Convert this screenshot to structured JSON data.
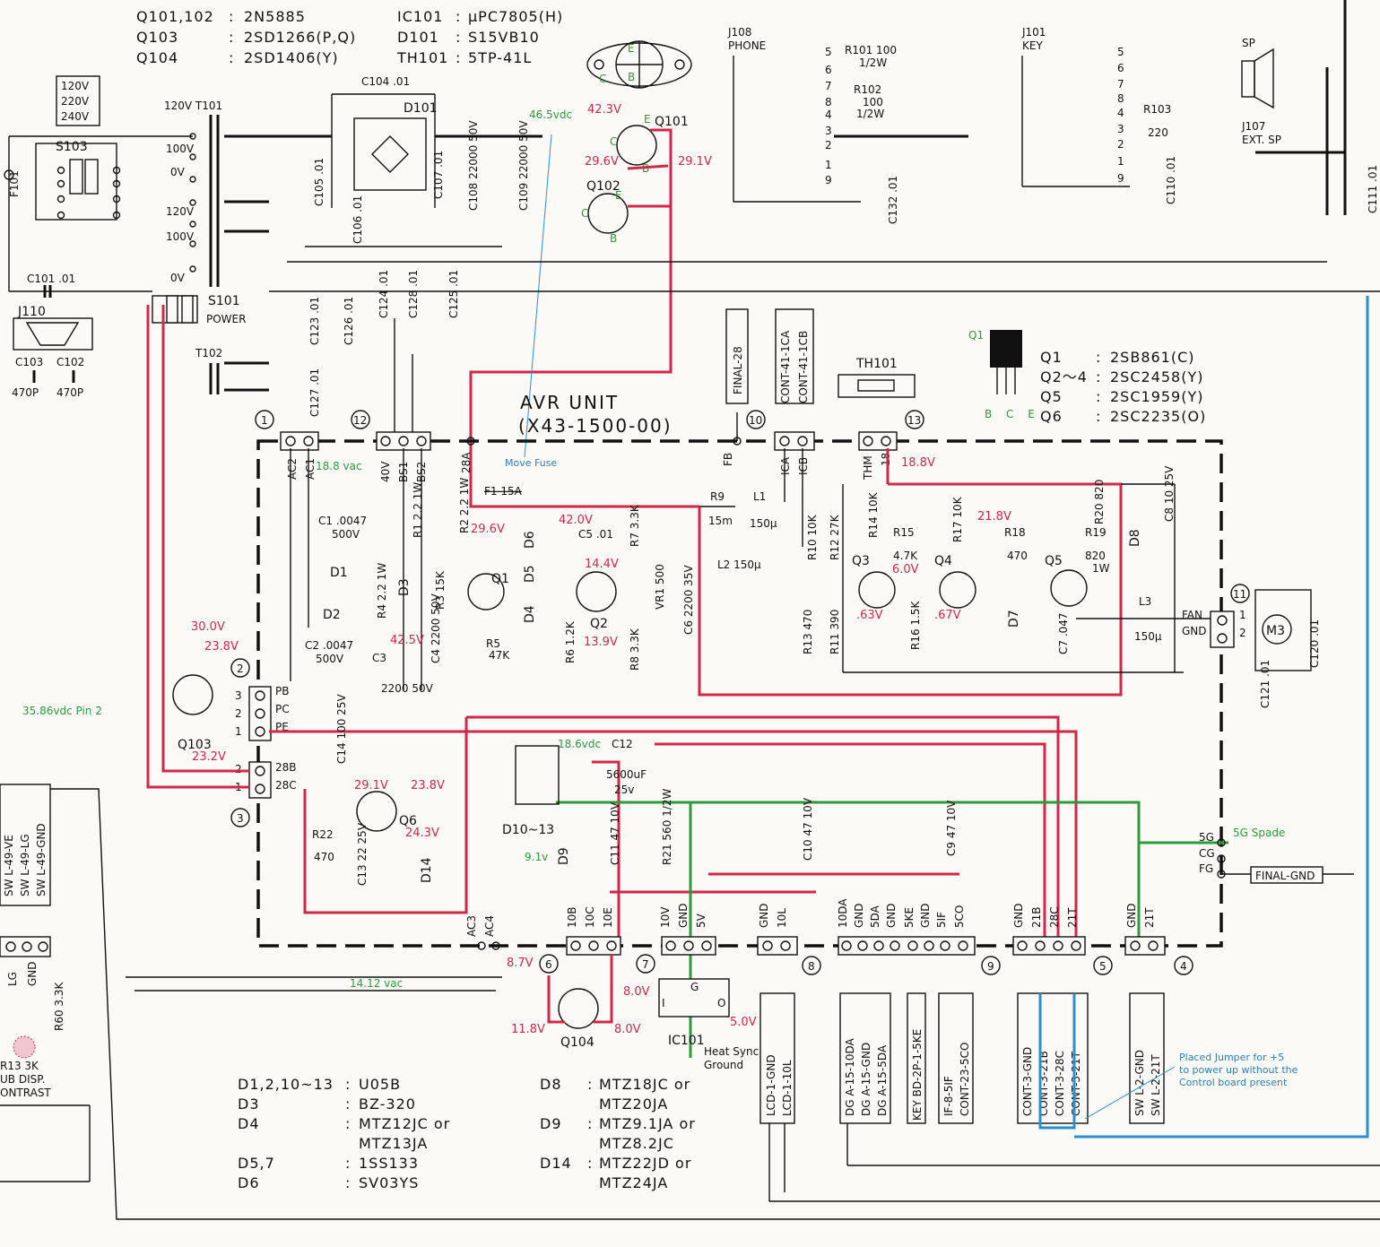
{
  "parts_top": [
    {
      "ref": "Q101,102",
      "part": "2N5885"
    },
    {
      "ref": "Q103",
      "part": "2SD1266(P,Q)"
    },
    {
      "ref": "Q104",
      "part": "2SD1406(Y)"
    },
    {
      "ref": "IC101",
      "part": "μPC7805(H)"
    },
    {
      "ref": "D101",
      "part": "S15VB10"
    },
    {
      "ref": "TH101",
      "part": "5TP-41L"
    }
  ],
  "voltage_select": [
    "120V",
    "220V",
    "240V"
  ],
  "avr_unit": {
    "title": "AVR UNIT",
    "part_no": "(X43-1500-00)"
  },
  "transistors_right": [
    {
      "ref": "Q1",
      "part": "2SB861(C)"
    },
    {
      "ref": "Q2～4",
      "part": "2SC2458(Y)"
    },
    {
      "ref": "Q5",
      "part": "2SC1959(Y)"
    },
    {
      "ref": "Q6",
      "part": "2SC2235(O)"
    }
  ],
  "pinout_q1": {
    "label": "Q1",
    "pins": "B C E"
  },
  "diodes_bottom_left": [
    {
      "ref": "D1,2,10~13",
      "part": "U05B"
    },
    {
      "ref": "D3",
      "part": "BZ-320"
    },
    {
      "ref": "D4",
      "part": "MTZ12JC   or"
    },
    {
      "ref": "",
      "part": "MTZ13JA"
    },
    {
      "ref": "D5,7",
      "part": "1SS133"
    },
    {
      "ref": "D6",
      "part": "SV03YS"
    }
  ],
  "diodes_bottom_right": [
    {
      "ref": "D8",
      "part": "MTZ18JC   or"
    },
    {
      "ref": "",
      "part": "MTZ20JA"
    },
    {
      "ref": "D9",
      "part": "MTZ9.1JA   or"
    },
    {
      "ref": "",
      "part": "MTZ8.2JC"
    },
    {
      "ref": "D14",
      "part": "MTZ22JD   or"
    },
    {
      "ref": "",
      "part": "MTZ24JA"
    }
  ],
  "components": {
    "s103": "S103",
    "f101": "F101",
    "s101": "S101",
    "power": "POWER",
    "j110": "J110",
    "t101": "120V T101",
    "t102": "T102",
    "d101": "D101",
    "c104": "C104 .01",
    "c101": "C101 .01",
    "c103": "C103",
    "c102": "C102",
    "c103v": "470P",
    "c102v": "470P",
    "q101": "Q101",
    "q102": "Q102",
    "q103": "Q103",
    "q104": "Q104",
    "q6": "Q6",
    "q1": "Q1",
    "q2": "Q2",
    "q3": "Q3",
    "q4": "Q4",
    "q5": "Q5",
    "th101": "TH101",
    "ic101": "IC101",
    "j108": "J108",
    "phone": "PHONE",
    "j101": "J101",
    "key": "KEY",
    "sp": "SP",
    "j107": "J107",
    "extsp": "EXT. SP",
    "r101": "R101 100",
    "r101w": "1/2W",
    "r102": "R102",
    "r102v": "100",
    "r102w": "1/2W",
    "r103": "R103",
    "r103v": "220",
    "m3": "M3",
    "final_gnd": "FINAL-GND",
    "heat_sync": "Heat Sync",
    "ground": "Ground",
    "fan": "FAN",
    "gnd": "GND"
  },
  "taps_t101": [
    "100V",
    "0V",
    "120V",
    "100V",
    "0V"
  ],
  "cap_labels": {
    "c105": "C105 .01",
    "c107": "C107 .01",
    "c108": "C108 22000 50V",
    "c109": "C109 22000 50V",
    "c106": "C106 .01",
    "c124": "C124 .01",
    "c128": "C128 .01",
    "c125": "C125 .01",
    "c123": "C123 .01",
    "c126": "C126 .01",
    "c127": "C127 .01",
    "c1": "C1 .0047",
    "c1v": "500V",
    "c2": "C2 .0047",
    "c2v": "500V",
    "c3": "C3",
    "c3v": "2200 50V",
    "c4": "C4 2200 50V",
    "c5": "C5 .01",
    "c6": "C6 2200 35V",
    "c7": "C7 .047",
    "c8": "C8 10 25V",
    "c9": "C9 47 10V",
    "c10": "C10 47 10V",
    "c11": "C11 47 10V",
    "c12": "C12",
    "c12v": "5600uF",
    "c12w": "25v",
    "c13": "C13 22 25V",
    "c14": "C14 100 25V",
    "c110": "C110 .01",
    "c111": "C111 .01",
    "c120": "C120 .01",
    "c121": "C121 .01",
    "c132": "C132 .01"
  },
  "res_labels": {
    "r1": "R1 2.2 1W",
    "r2": "R2 2.2 1W",
    "r3": "R3 15K",
    "r4": "R4 2.2 1W",
    "r5": "R5",
    "r5v": "47K",
    "r6": "R6 1.2K",
    "r7": "R7 3.3K",
    "r8": "R8 3.3K",
    "vr1": "VR1 500",
    "r9": "R9",
    "r9v": "15m",
    "l1": "L1",
    "l1v": "150μ",
    "l2": "L2 150μ",
    "l3": "L3",
    "l3v": "150μ",
    "r10": "R10 10K",
    "r11": "R11 390",
    "r12": "R12 27K",
    "r13": "R13 470",
    "r14": "R14 10K",
    "r15": "R15",
    "r15v": "4.7K",
    "r16": "R16 1.5K",
    "r17": "R17 10K",
    "r18": "R18",
    "r18v": "470",
    "r19": "R19",
    "r19v": "820",
    "r19w": "1W",
    "r20": "R20 820",
    "r21": "R21 560 1/2W",
    "r22": "R22",
    "r22v": "470",
    "r60": "R60 3.3K",
    "r13b": "R13  3K",
    "disp": "UB DISP.",
    "contrast": "ONTRAST"
  },
  "diode_labels": [
    "D1",
    "D2",
    "D3",
    "D4",
    "D5",
    "D6",
    "D7",
    "D8",
    "D9",
    "D14",
    "D10~13"
  ],
  "connectors": [
    {
      "num": "1",
      "pins": [
        "AC2",
        "AC1"
      ]
    },
    {
      "num": "12",
      "pins": [
        "40V",
        "BS1",
        "BS2"
      ]
    },
    {
      "num": "10",
      "pins": [
        "FB"
      ]
    },
    {
      "num": "",
      "pins": [
        "ICA",
        "ICB"
      ]
    },
    {
      "num": "13",
      "pins": [
        "THM",
        "18"
      ]
    },
    {
      "num": "2",
      "pins": [
        "PB",
        "PC",
        "PE"
      ]
    },
    {
      "num": "3",
      "pins": [
        "28B",
        "28C"
      ]
    },
    {
      "num": "11",
      "pins": [
        "FAN",
        "GND"
      ]
    },
    {
      "num": "6",
      "pins": [
        "10B",
        "10C",
        "10E"
      ]
    },
    {
      "num": "7",
      "pins": [
        "10V",
        "GND",
        "5V"
      ]
    },
    {
      "num": "8",
      "pins": [
        "GND",
        "10L"
      ]
    },
    {
      "num": "9",
      "pins": [
        "10DA",
        "GND",
        "5DA",
        "GND",
        "5KE",
        "GND",
        "5IF",
        "5CO"
      ]
    },
    {
      "num": "5",
      "pins": [
        "GND",
        "21B",
        "28C",
        "21T"
      ]
    },
    {
      "num": "4",
      "pins": [
        "GND",
        "21T"
      ]
    }
  ],
  "misc_pins": {
    "ac3": "AC3",
    "ac4": "AC4",
    "a28": "28A",
    "f15a": "F1 15A",
    "cg": "CG",
    "fg": "FG",
    "g5": "5G"
  },
  "cables": [
    "FINAL-28",
    "CONT-41-1CA",
    "CONT-41-1CB",
    "LCD-1-GND",
    "LCD-1-10L",
    "DG A-15-10DA",
    "DG A-15-GND",
    "DG A-15-5DA",
    "KEY BD-2P-1-5KE",
    "IF-8-5IF",
    "CONT-23-5CO",
    "CONT-3-GND",
    "CONT-3-21B",
    "CONT-3-28C",
    "CONT-3-21T",
    "SW L-2-GND",
    "SW L-2-21T",
    "SW L-49-VE",
    "SW L-49-LG",
    "SW L-49-GND"
  ],
  "measurements_red": [
    "42.3V",
    "29.6V",
    "29.1V",
    "29.6V",
    "42.0V",
    "14.4V",
    "13.9V",
    "42.5V",
    "30.0V",
    "23.8V",
    "23.2V",
    "29.1V",
    "23.8V",
    "24.3V",
    "18.8V",
    "21.8V",
    "6.0V",
    ".63V",
    ".67V",
    "8.7V",
    "8.0V",
    "11.8V",
    "8.0V",
    "5.0V"
  ],
  "notes_green": {
    "v465": "46.5vdc",
    "v188": "18.8 vac",
    "v3586": "35.86vdc Pin 2",
    "v186": "18.6vdc",
    "v91": "9.1v",
    "v1412": "14.12 vac",
    "spade": "5G Spade",
    "q101e": "E",
    "q101c": "C",
    "q101b": "B",
    "q102e": "E",
    "q102c": "C",
    "q102b": "B"
  },
  "notes_blue": {
    "fuse": "Move Fuse",
    "jumper": [
      "Placed Jumper for +5",
      "to power up without the",
      "Control board present"
    ]
  },
  "colors": {
    "ink": "#111111",
    "red_trace": "#d0284a",
    "green_trace": "#2e9a3a",
    "blue_trace": "#2a8fd0",
    "paper": "#fbfaf6"
  }
}
